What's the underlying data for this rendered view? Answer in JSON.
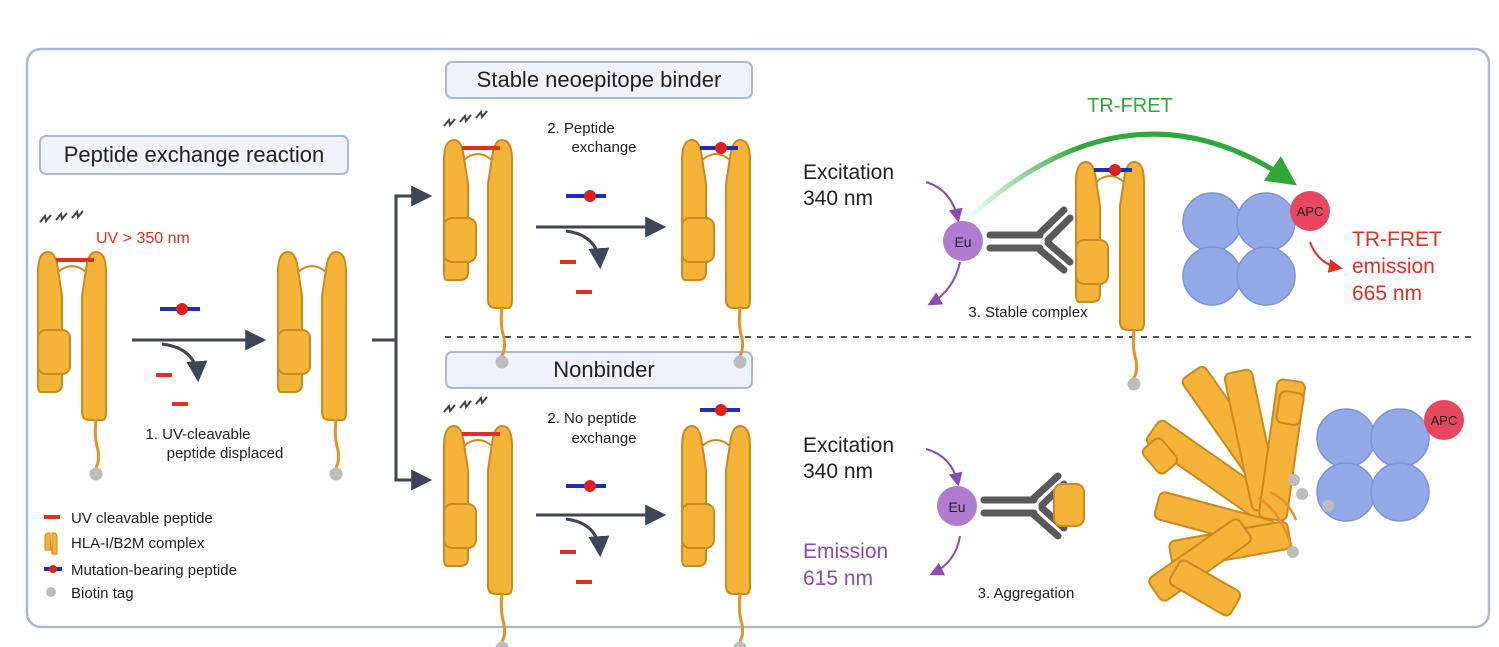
{
  "section_titles": {
    "left": "Peptide exchange reaction",
    "top": "Stable neoepitope binder",
    "bottom": "Nonbinder"
  },
  "labels": {
    "uv_wavelength": "UV > 350 nm",
    "step1_line1": "1. UV-cleavable",
    "step1_line2": "peptide displaced",
    "step2_top_line1": "2. Peptide",
    "step2_top_line2": "exchange",
    "step2_bottom_line1": "2. No peptide",
    "step2_bottom_line2": "exchange",
    "excitation_top_line1": "Excitation",
    "excitation_top_line2": "340 nm",
    "excitation_bottom_line1": "Excitation",
    "excitation_bottom_line2": "340 nm",
    "tr_fret": "TR-FRET",
    "tr_fret_emission_line1": "TR-FRET",
    "tr_fret_emission_line2": "emission",
    "tr_fret_emission_line3": "665 nm",
    "emission_line1": "Emission",
    "emission_line2": "615 nm",
    "step3_top": "3. Stable complex",
    "step3_bottom": "3. Aggregation",
    "eu": "Eu",
    "apc": "APC"
  },
  "legend": [
    {
      "label": "UV cleavable peptide"
    },
    {
      "label": "HLA-I/B2M complex"
    },
    {
      "label": "Mutation-bearing peptide"
    },
    {
      "label": "Biotin tag"
    }
  ],
  "colors": {
    "hla_fill": "#F6B33A",
    "hla_stroke": "#C98A1E",
    "uv_peptide": "#E03024",
    "mut_peptide": "#1F2FB0",
    "mut_dot": "#E01E1E",
    "arrow": "#3B4656",
    "green": "#2EA83A",
    "purple": "#8A4CB0",
    "red_text": "#E03024",
    "eu_fill": "#B07CD0",
    "apc_fill": "#E8465E",
    "sa_fill": "#93A8E6",
    "frame": "#A9B9D3",
    "title_bg": "#EDF2FB"
  }
}
